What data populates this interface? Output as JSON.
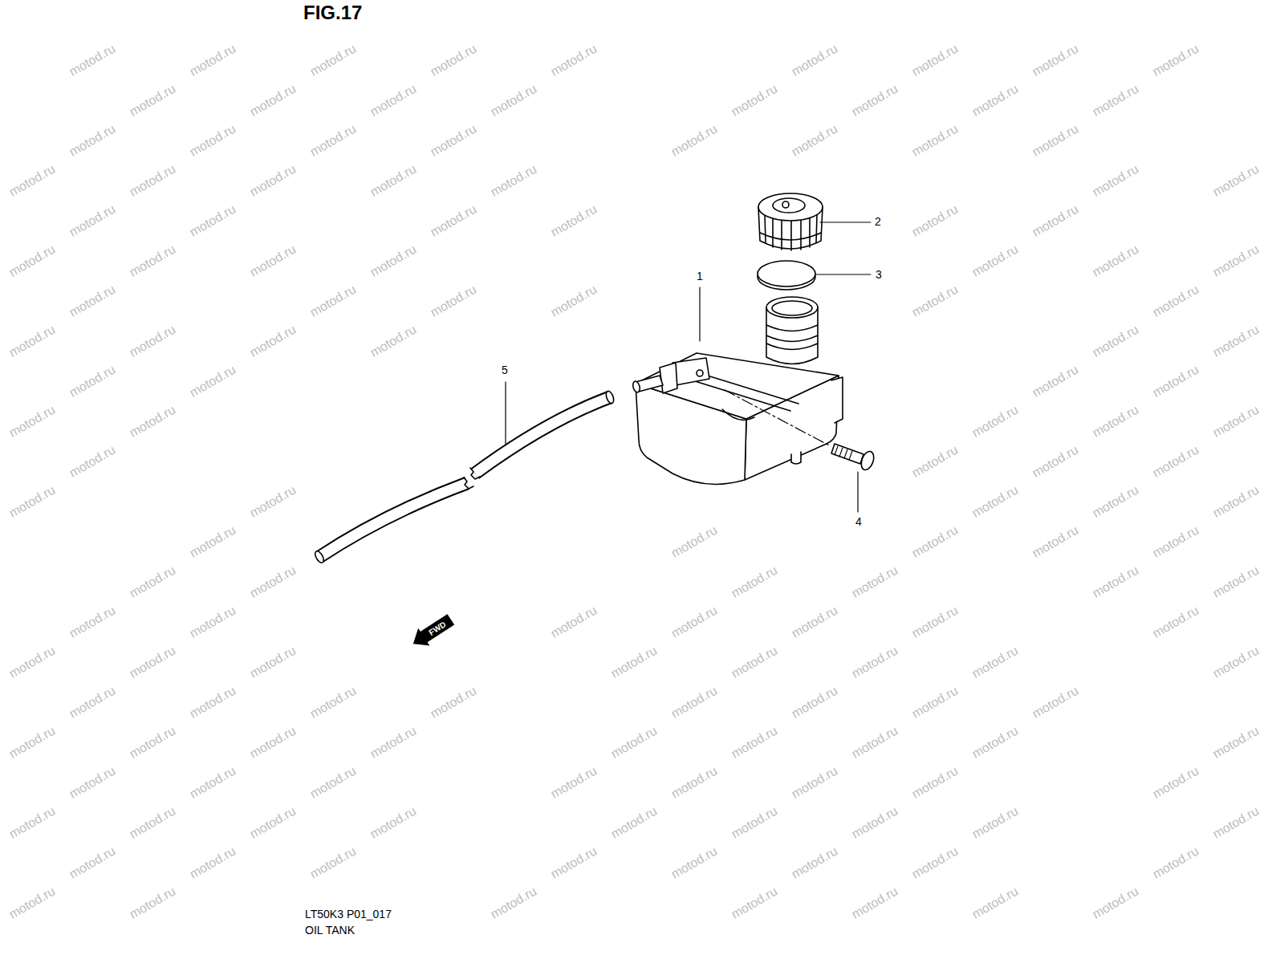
{
  "diagram": {
    "title": "FIG.17",
    "labels": [
      "1",
      "2",
      "3",
      "4",
      "5",
      "FWD",
      "LT50K3 P01_017",
      "OIL TANK",
      "motod.ru",
      "motod.ru",
      "motod.ru",
      "motod.ru",
      "motod.ru",
      "motod.ru",
      "motod.ru",
      "motod.ru",
      "motod.ru",
      "motod.ru",
      "motod.ru",
      "motod.ru",
      "motod.ru",
      "motod.ru",
      "motod.ru",
      "motod.ru",
      "motod.ru",
      "motod.ru",
      "motod.ru",
      "motod.ru",
      "motod.ru",
      "motod.ru",
      "motod.ru",
      "motod.ru",
      "motod.ru",
      "motod.ru",
      "motod.ru",
      "motod.ru",
      "motod.ru",
      "motod.ru",
      "motod.ru",
      "motod.ru",
      "motod.ru",
      "motod.ru",
      "motod.ru",
      "motod.ru",
      "motod.ru",
      "motod.ru",
      "motod.ru",
      "motod.ru",
      "motod.ru",
      "motod.ru",
      "motod.ru",
      "motod.ru",
      "motod.ru",
      "motod.ru",
      "motod.ru",
      "motod.ru",
      "motod.ru",
      "motod.ru",
      "motod.ru",
      "motod.ru",
      "motod.ru",
      "motod.ru",
      "motod.ru",
      "motod.ru",
      "motod.ru",
      "motod.ru",
      "motod.ru",
      "motod.ru",
      "motod.ru",
      "motod.ru",
      "motod.ru",
      "motod.ru",
      "motod.ru",
      "motod.ru",
      "motod.ru",
      "motod.ru",
      "motod.ru",
      "motod.ru",
      "motod.ru",
      "motod.ru",
      "motod.ru",
      "motod.ru",
      "motod.ru",
      "motod.ru",
      "motod.ru",
      "motod.ru",
      "motod.ru",
      "motod.ru",
      "motod.ru",
      "motod.ru",
      "motod.ru",
      "motod.ru",
      "motod.ru",
      "motod.ru",
      "motod.ru",
      "motod.ru",
      "motod.ru",
      "motod.ru",
      "motod.ru",
      "motod.ru",
      "motod.ru",
      "motod.ru",
      "motod.ru",
      "motod.ru",
      "motod.ru",
      "motod.ru",
      "motod.ru",
      "motod.ru",
      "motod.ru",
      "motod.ru",
      "motod.ru",
      "motod.ru",
      "motod.ru",
      "motod.ru",
      "motod.ru",
      "motod.ru",
      "motod.ru",
      "motod.ru",
      "motod.ru",
      "motod.ru",
      "motod.ru",
      "motod.ru",
      "motod.ru",
      "motod.ru",
      "motod.ru",
      "motod.ru",
      "motod.ru",
      "motod.ru",
      "motod.ru",
      "motod.ru",
      "motod.ru",
      "motod.ru",
      "motod.ru",
      "motod.ru",
      "motod.ru",
      "motod.ru",
      "motod.ru",
      "motod.ru",
      "motod.ru",
      "motod.ru",
      "motod.ru",
      "motod.ru",
      "motod.ru",
      "motod.ru",
      "motod.ru",
      "motod.ru",
      "motod.ru",
      "motod.ru",
      "motod.ru",
      "motod.ru",
      "motod.ru",
      "motod.ru",
      "motod.ru",
      "motod.ru",
      "motod.ru",
      "motod.ru",
      "motod.ru",
      "motod.ru"
    ]
  }
}
